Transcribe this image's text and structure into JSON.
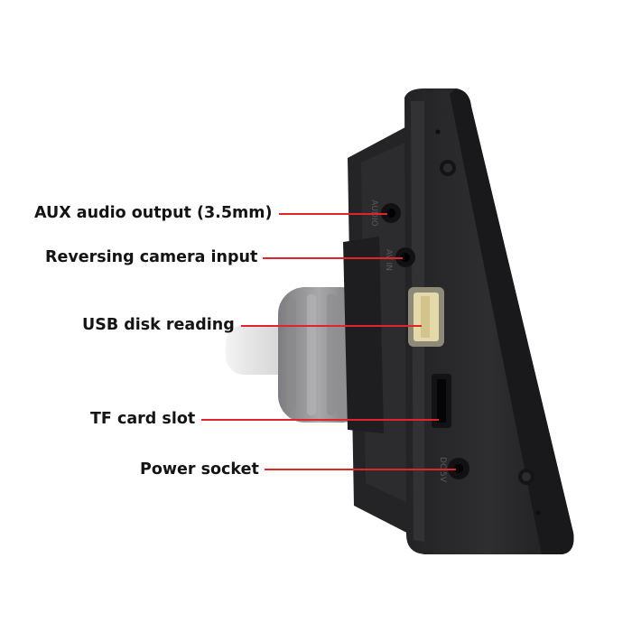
{
  "callouts": [
    {
      "id": "aux",
      "label": "AUX audio output (3.5mm)"
    },
    {
      "id": "reverse",
      "label": "Reversing camera input"
    },
    {
      "id": "usb",
      "label": "USB disk reading"
    },
    {
      "id": "tf",
      "label": "TF card slot"
    },
    {
      "id": "power",
      "label": "Power socket"
    }
  ],
  "port_marks": {
    "aux": "AUDIO",
    "reverse": "AV IN",
    "power": "DC 5V"
  },
  "colors": {
    "leader_line": "#e0242c",
    "label_text": "#141414",
    "device_body": "#2a2a2c",
    "device_edge": "#1a1a1c",
    "mount": "#9a9a9c",
    "background": "#ffffff"
  }
}
